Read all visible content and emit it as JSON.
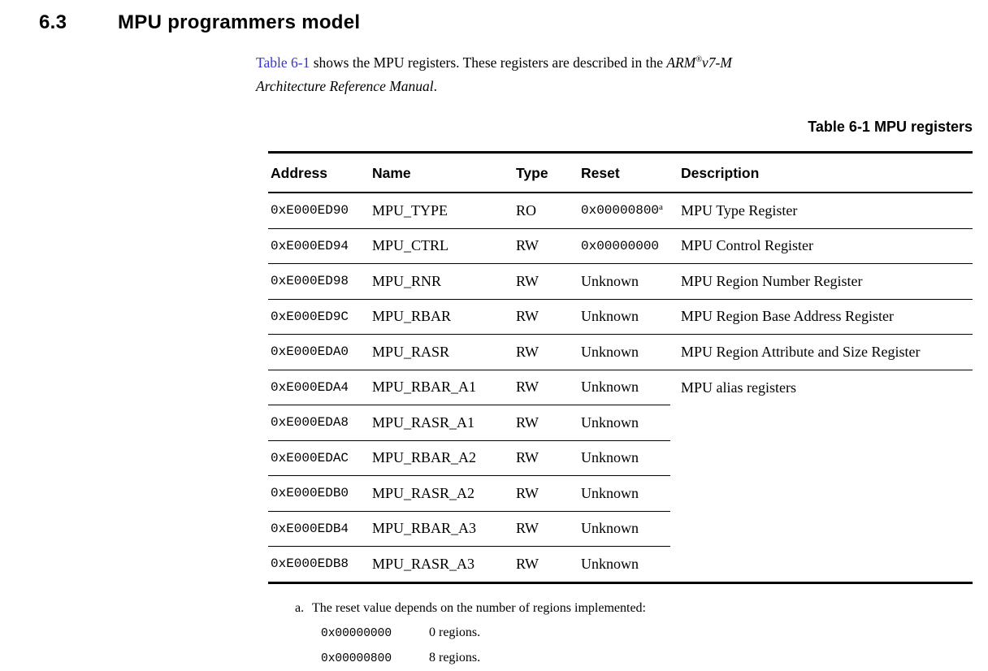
{
  "heading": {
    "number": "6.3",
    "title": "MPU programmers model"
  },
  "paragraph": {
    "segments": [
      {
        "text": "Table 6-1",
        "style": "link"
      },
      {
        "text": " shows the MPU registers. These registers are described in the ",
        "style": "normal"
      },
      {
        "text": "ARM",
        "style": "italic"
      },
      {
        "text": "®",
        "style": "sup"
      },
      {
        "text": "v7-M Architecture Reference Manual",
        "style": "italic"
      },
      {
        "text": ".",
        "style": "normal"
      }
    ]
  },
  "table": {
    "caption": "Table 6-1 MPU registers",
    "columns": [
      "Address",
      "Name",
      "Type",
      "Reset",
      "Description"
    ],
    "rows": [
      {
        "address": "0xE000ED90",
        "name": "MPU_TYPE",
        "type": "RO",
        "reset": "0x00000800",
        "reset_mono": true,
        "reset_sup": "a",
        "description": "MPU Type Register"
      },
      {
        "address": "0xE000ED94",
        "name": "MPU_CTRL",
        "type": "RW",
        "reset": "0x00000000",
        "reset_mono": true,
        "description": "MPU Control Register"
      },
      {
        "address": "0xE000ED98",
        "name": "MPU_RNR",
        "type": "RW",
        "reset": "Unknown",
        "reset_mono": false,
        "description": "MPU Region Number Register"
      },
      {
        "address": "0xE000ED9C",
        "name": "MPU_RBAR",
        "type": "RW",
        "reset": "Unknown",
        "reset_mono": false,
        "description": "MPU Region Base Address Register"
      },
      {
        "address": "0xE000EDA0",
        "name": "MPU_RASR",
        "type": "RW",
        "reset": "Unknown",
        "reset_mono": false,
        "description": "MPU Region Attribute and Size Register"
      },
      {
        "address": "0xE000EDA4",
        "name": "MPU_RBAR_A1",
        "type": "RW",
        "reset": "Unknown",
        "reset_mono": false,
        "description": "MPU alias registers",
        "description_rowspan": 6
      },
      {
        "address": "0xE000EDA8",
        "name": "MPU_RASR_A1",
        "type": "RW",
        "reset": "Unknown",
        "reset_mono": false
      },
      {
        "address": "0xE000EDAC",
        "name": "MPU_RBAR_A2",
        "type": "RW",
        "reset": "Unknown",
        "reset_mono": false
      },
      {
        "address": "0xE000EDB0",
        "name": "MPU_RASR_A2",
        "type": "RW",
        "reset": "Unknown",
        "reset_mono": false
      },
      {
        "address": "0xE000EDB4",
        "name": "MPU_RBAR_A3",
        "type": "RW",
        "reset": "Unknown",
        "reset_mono": false
      },
      {
        "address": "0xE000EDB8",
        "name": "MPU_RASR_A3",
        "type": "RW",
        "reset": "Unknown",
        "reset_mono": false
      }
    ]
  },
  "footnote": {
    "marker": "a.",
    "text": "The reset value depends on the number of regions implemented:",
    "items": [
      {
        "value": "0x00000000",
        "meaning": "0 regions."
      },
      {
        "value": "0x00000800",
        "meaning": "8 regions."
      }
    ]
  },
  "colors": {
    "link": "#3534cf",
    "text": "#000000",
    "rule": "#000000",
    "background": "#ffffff"
  }
}
